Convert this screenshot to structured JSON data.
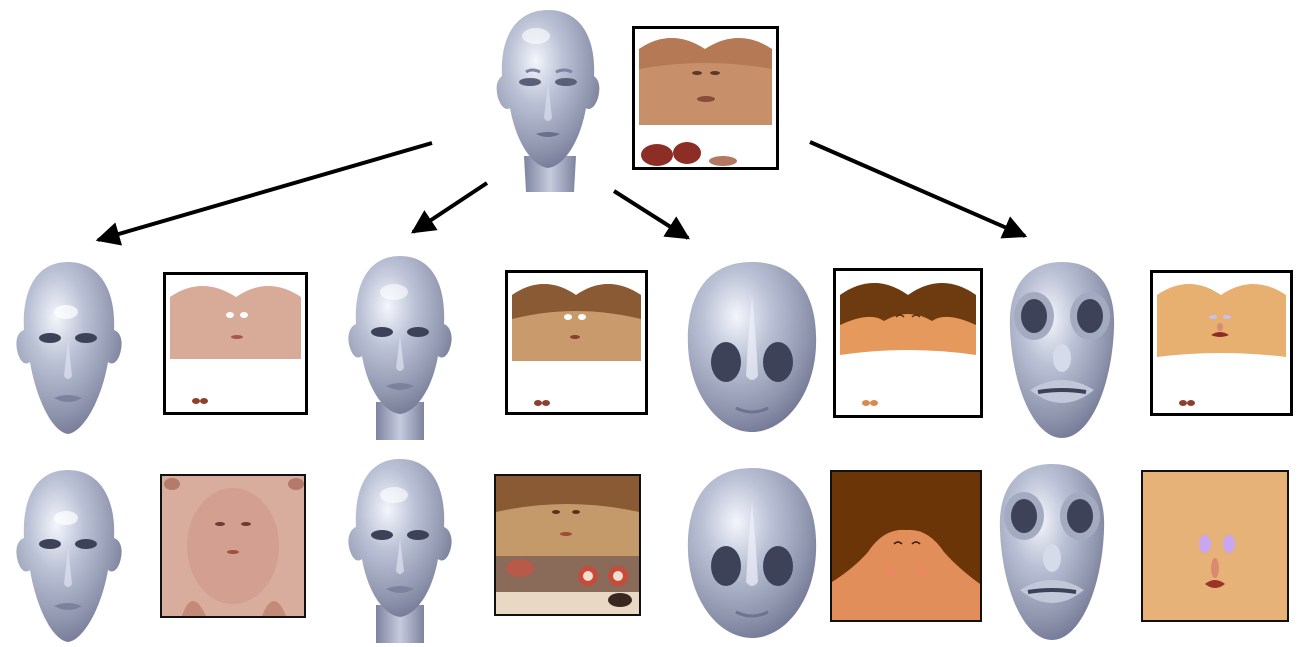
{
  "figure": {
    "source": {
      "head": {
        "shape": "realistic-adult-male",
        "material": "bluish-grey-shaded"
      },
      "texture": {
        "layout": "uv-atlas",
        "skin_color": "#c8906a",
        "lip_color": "#9c3b32"
      }
    },
    "arrows": [
      {
        "from": "source",
        "to": "column-1"
      },
      {
        "from": "source",
        "to": "column-2"
      },
      {
        "from": "source",
        "to": "column-3"
      },
      {
        "from": "source",
        "to": "column-4"
      }
    ],
    "columns": [
      {
        "head_style": "realistic",
        "row1_texture": {
          "layout": "uv-atlas",
          "skin_color": "#d7ab98"
        },
        "row2_texture": {
          "layout": "full-square",
          "skin_color": "#d4a597"
        }
      },
      {
        "head_style": "realistic-slim",
        "row1_texture": {
          "layout": "uv-atlas",
          "skin_color": "#c99a6c",
          "hair_color": "#8a5a34"
        },
        "row2_texture": {
          "layout": "full-square-patchy",
          "skin_color": "#c59a6a"
        }
      },
      {
        "head_style": "cartoon-child",
        "row1_texture": {
          "layout": "uv-atlas",
          "skin_color": "#e6995c",
          "hair_color": "#6e3a10"
        },
        "row2_texture": {
          "layout": "full-square",
          "skin_color": "#e28e5a",
          "hair_color": "#6b3507"
        }
      },
      {
        "head_style": "stylized-big-eyes-big-lips",
        "row1_texture": {
          "layout": "uv-atlas",
          "skin_color": "#e8b070"
        },
        "row2_texture": {
          "layout": "full-square",
          "skin_color": "#e6b278",
          "eye_color": "#c9a6f0"
        }
      }
    ]
  }
}
